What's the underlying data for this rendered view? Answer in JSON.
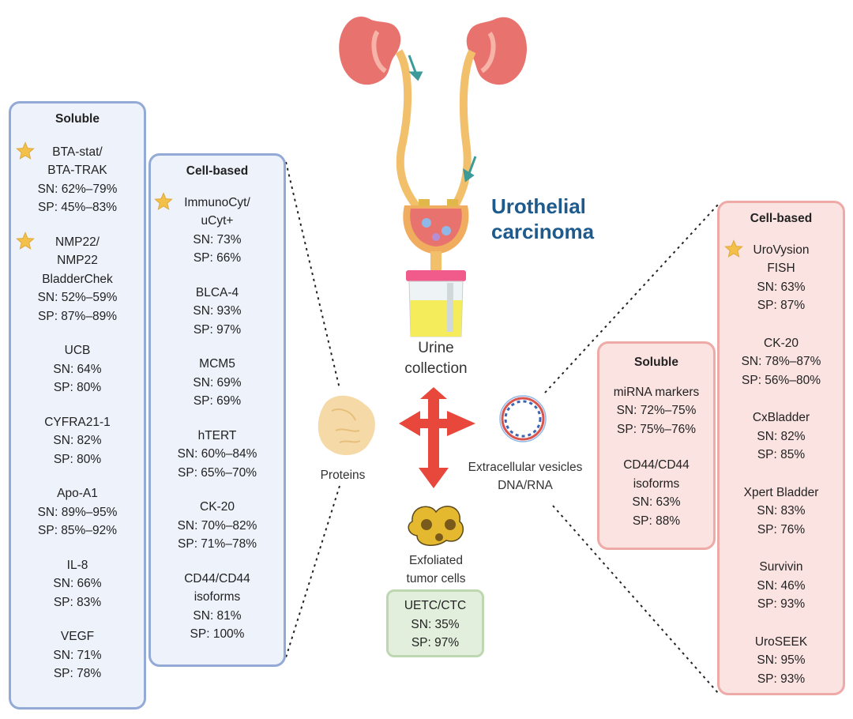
{
  "title": [
    "Urothelial",
    "carcinoma"
  ],
  "urine_collection": [
    "Urine",
    "collection"
  ],
  "proteins_label": "Proteins",
  "ev_label": [
    "Extracellular vesicles",
    "DNA/RNA"
  ],
  "exfoliated_label": [
    "Exfoliated",
    "tumor cells"
  ],
  "uetc_box": {
    "lines": [
      "UETC/CTC",
      "SN: 35%",
      "SP: 97%"
    ]
  },
  "left_soluble": {
    "title": "Soluble",
    "items": [
      {
        "star": true,
        "name": [
          "BTA-stat/",
          "BTA-TRAK"
        ],
        "sn": "SN: 62%–79%",
        "sp": "SP: 45%–83%"
      },
      {
        "star": true,
        "name": [
          "NMP22/",
          "NMP22",
          "BladderChek"
        ],
        "sn": "SN: 52%–59%",
        "sp": "SP: 87%–89%"
      },
      {
        "star": false,
        "name": [
          "UCB"
        ],
        "sn": "SN: 64%",
        "sp": "SP: 80%"
      },
      {
        "star": false,
        "name": [
          "CYFRA21-1"
        ],
        "sn": "SN: 82%",
        "sp": "SP: 80%"
      },
      {
        "star": false,
        "name": [
          "Apo-A1"
        ],
        "sn": "SN: 89%–95%",
        "sp": "SP: 85%–92%"
      },
      {
        "star": false,
        "name": [
          "IL-8"
        ],
        "sn": "SN: 66%",
        "sp": "SP: 83%"
      },
      {
        "star": false,
        "name": [
          "VEGF"
        ],
        "sn": "SN: 71%",
        "sp": "SP: 78%"
      }
    ]
  },
  "left_cell": {
    "title": "Cell-based",
    "items": [
      {
        "star": true,
        "name": [
          "ImmunoCyt/",
          "uCyt+"
        ],
        "sn": "SN: 73%",
        "sp": "SP: 66%"
      },
      {
        "star": false,
        "name": [
          "BLCA-4"
        ],
        "sn": "SN: 93%",
        "sp": "SP: 97%"
      },
      {
        "star": false,
        "name": [
          "MCM5"
        ],
        "sn": "SN: 69%",
        "sp": "SP: 69%"
      },
      {
        "star": false,
        "name": [
          "hTERT"
        ],
        "sn": "SN: 60%–84%",
        "sp": "SP: 65%–70%"
      },
      {
        "star": false,
        "name": [
          "CK-20"
        ],
        "sn": "SN: 70%–82%",
        "sp": "SP: 71%–78%"
      },
      {
        "star": false,
        "name": [
          "CD44/CD44",
          "isoforms"
        ],
        "sn": "SN: 81%",
        "sp": "SP: 100%"
      }
    ]
  },
  "right_soluble": {
    "title": "Soluble",
    "items": [
      {
        "star": false,
        "name": [
          "miRNA markers"
        ],
        "sn": "SN: 72%–75%",
        "sp": "SP: 75%–76%"
      },
      {
        "star": false,
        "name": [
          "CD44/CD44",
          "isoforms"
        ],
        "sn": "SN: 63%",
        "sp": "SP: 88%"
      }
    ]
  },
  "right_cell": {
    "title": "Cell-based",
    "items": [
      {
        "star": true,
        "name": [
          "UroVysion",
          "FISH"
        ],
        "sn": "SN: 63%",
        "sp": "SP: 87%"
      },
      {
        "star": false,
        "name": [
          "CK-20"
        ],
        "sn": "SN: 78%–87%",
        "sp": "SP: 56%–80%"
      },
      {
        "star": false,
        "name": [
          "CxBladder"
        ],
        "sn": "SN: 82%",
        "sp": "SP: 85%"
      },
      {
        "star": false,
        "name": [
          "Xpert Bladder"
        ],
        "sn": "SN: 83%",
        "sp": "SP: 76%"
      },
      {
        "star": false,
        "name": [
          "Survivin"
        ],
        "sn": "SN: 46%",
        "sp": "SP: 93%"
      },
      {
        "star": false,
        "name": [
          "UroSEEK"
        ],
        "sn": "SN: 95%",
        "sp": "SP: 93%"
      }
    ]
  },
  "colors": {
    "blue_border": "#93a9d6",
    "blue_fill": "#edf2fb",
    "red_border": "#eeaaa6",
    "red_fill": "#fbe3e2",
    "green_border": "#bdd7b1",
    "green_fill": "#e2efdc",
    "arrow": "#e8473c",
    "title": "#1e5a8c",
    "star": "#f3c04a"
  }
}
